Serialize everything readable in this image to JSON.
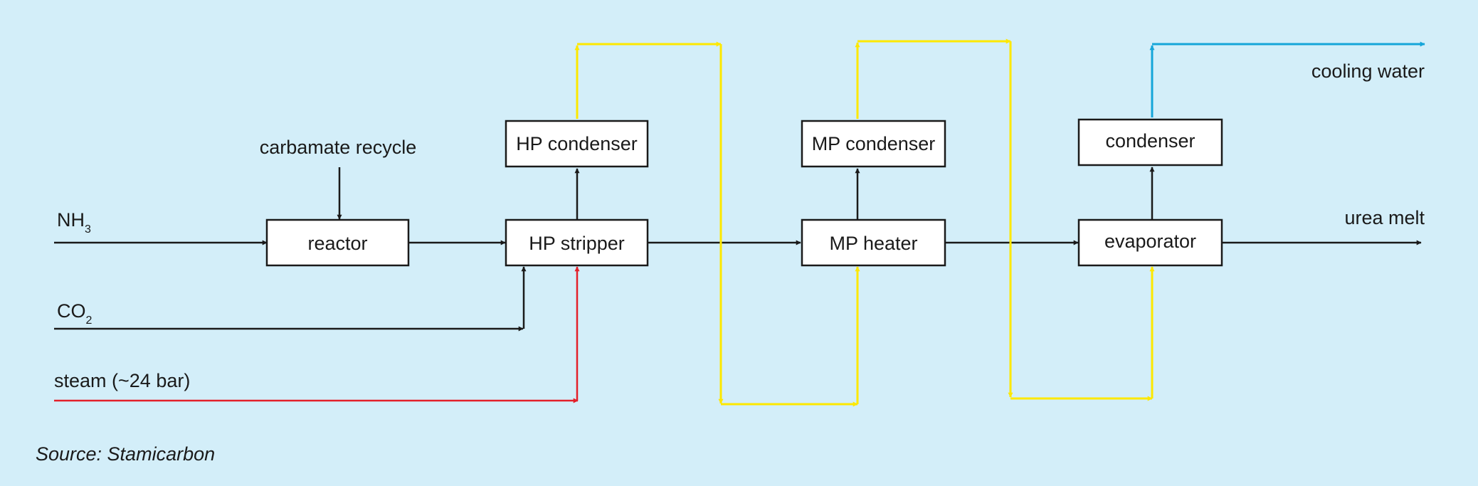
{
  "colors": {
    "background": "#d3eef9",
    "process": "#1a1a1a",
    "steam": "#e3202a",
    "heat_recovery": "#fde800",
    "cooling_water": "#15a5d9"
  },
  "units": {
    "reactor": "reactor",
    "hp_stripper": "HP stripper",
    "hp_condenser": "HP condenser",
    "mp_heater": "MP heater",
    "mp_condenser": "MP condenser",
    "evaporator": "evaporator",
    "condenser": "condenser"
  },
  "streams": {
    "nh3": {
      "base": "NH",
      "sub": "3"
    },
    "co2": {
      "base": "CO",
      "sub": "2"
    },
    "steam": "steam (~24 bar)",
    "carbamate_recycle": "carbamate recycle",
    "cooling_water": "cooling water",
    "urea_melt": "urea melt"
  },
  "source": "Source: Stamicarbon"
}
